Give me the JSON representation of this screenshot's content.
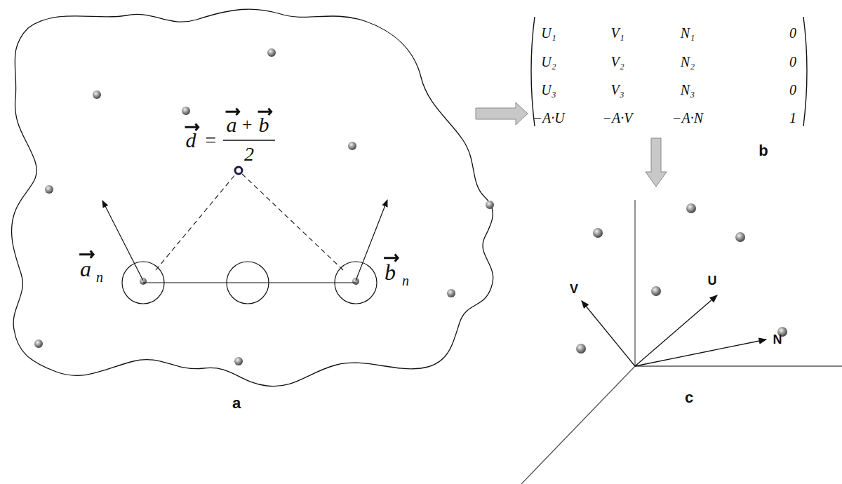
{
  "diagram": {
    "labels": [
      "d",
      "=",
      "a",
      "+",
      "b",
      "2",
      "a",
      "n",
      "b",
      "n",
      "U₁",
      "V₁",
      "N₁",
      "0",
      "U₂",
      "V₂",
      "N₂",
      "0",
      "U₃",
      "V₃",
      "N₃",
      "0",
      "−A·U",
      "−A·V",
      "−A·N",
      "1",
      "a",
      "b",
      "c",
      "V",
      "U",
      "N"
    ]
  }
}
